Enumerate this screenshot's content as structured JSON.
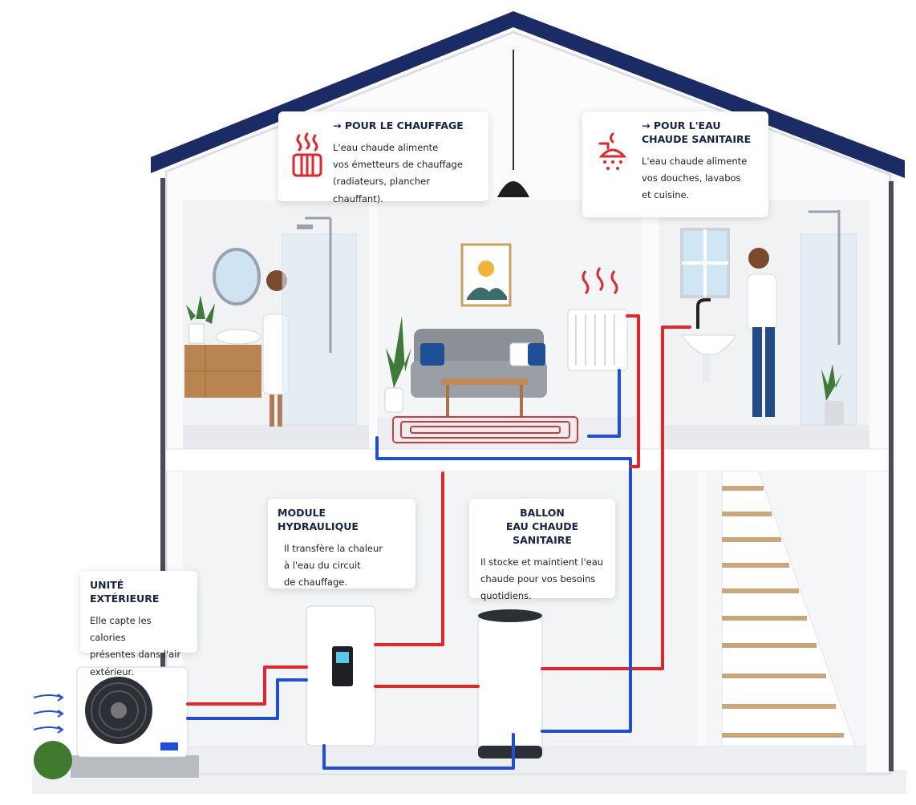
{
  "colors": {
    "roof": "#1b2b66",
    "hot": "#e3262b",
    "cold": "#1f4fd8",
    "wall": "#eef0f3",
    "floor": "#f4f5f7",
    "title": "#15224a"
  },
  "icons": {
    "heating": "radiator-heat-icon",
    "water": "shower-icon",
    "air": "air-flow-icon"
  },
  "cards": {
    "chauffage": {
      "title": "→ POUR LE CHAUFFAGE",
      "lines": [
        "L'eau chaude alimente",
        "vos émetteurs de chauffage",
        "(radiateurs, plancher chauffant)."
      ]
    },
    "ecs": {
      "title_lines": [
        "→ POUR L'EAU",
        "CHAUDE SANITAIRE"
      ],
      "lines": [
        "L'eau chaude alimente",
        "vos douches, lavabos",
        "et cuisine."
      ]
    },
    "module": {
      "title": "MODULE HYDRAULIQUE",
      "lines": [
        "Il transfère la chaleur",
        "à l'eau du circuit",
        "de chauffage."
      ]
    },
    "ballon": {
      "title_lines": [
        "BALLON",
        "EAU CHAUDE SANITAIRE"
      ],
      "lines": [
        "Il stocke et maintient l'eau",
        "chaude pour vos besoins",
        "quotidiens."
      ]
    },
    "exterieur": {
      "title": "UNITÉ EXTÉRIEURE",
      "lines": [
        "Elle capte les calories",
        "présentes dans l'air",
        "extérieur."
      ]
    }
  }
}
